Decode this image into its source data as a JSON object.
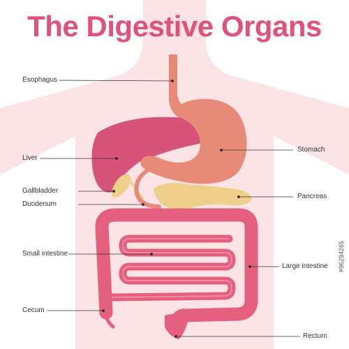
{
  "title": "The Digestive Organs",
  "labels": {
    "esophagus": "Esophagus",
    "liver": "Liver",
    "gallbladder": "Gallbladder",
    "duodenum": "Duodenum",
    "small_intestine": "Small intestine",
    "cecum": "Cecum",
    "stomach": "Stomach",
    "pancreas": "Pancreas",
    "large_intestine": "Large intestine",
    "rectum": "Rectum"
  },
  "stock_id": "#96294265",
  "colors": {
    "title": "#e0527a",
    "body": "#fbe3e6",
    "liver": "#d8537a",
    "stomach": "#e78a78",
    "esophagus": "#e78a78",
    "pancreas": "#efd08a",
    "intestine": "#e5607f",
    "leader_line": "#333333"
  }
}
